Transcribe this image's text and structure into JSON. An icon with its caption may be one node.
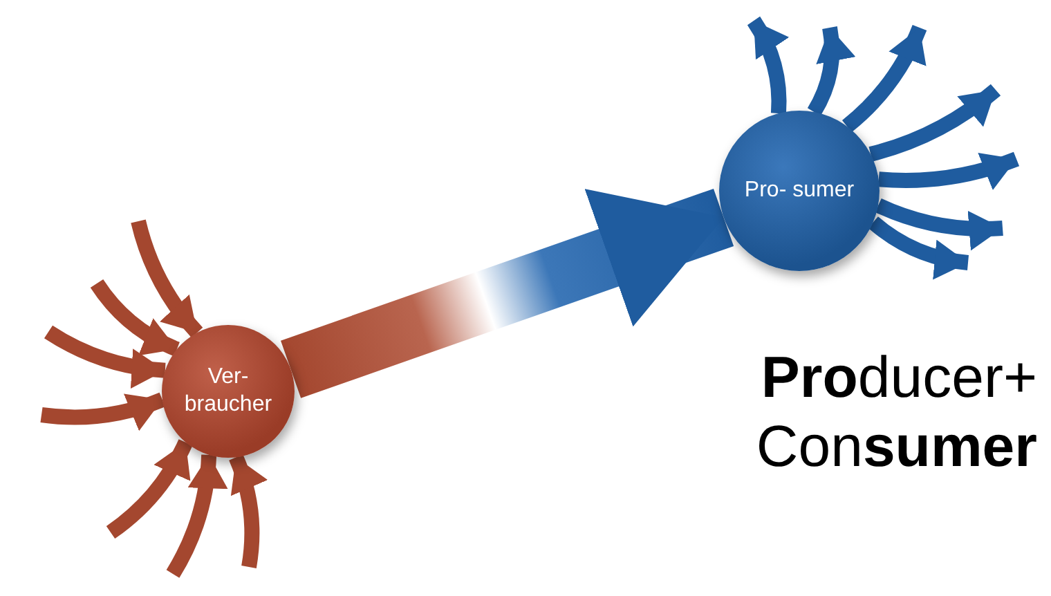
{
  "diagram": {
    "nodes": [
      {
        "text": [
          "Ver- braucher"
        ]
      },
      {
        "text": [
          "Pro- sumer"
        ]
      }
    ],
    "edges": [
      {
        "from": null,
        "to": 0,
        "arrow": "to",
        "color": "#a4472f"
      },
      {
        "from": null,
        "to": 0,
        "arrow": "to",
        "color": "#a4472f"
      },
      {
        "from": null,
        "to": 0,
        "arrow": "to",
        "color": "#a4472f"
      },
      {
        "from": null,
        "to": 0,
        "arrow": "to",
        "color": "#a4472f"
      },
      {
        "from": null,
        "to": 0,
        "arrow": "to",
        "color": "#a4472f"
      },
      {
        "from": null,
        "to": 0,
        "arrow": "to",
        "color": "#a4472f"
      },
      {
        "from": null,
        "to": 0,
        "arrow": "to",
        "color": "#a4472f"
      },
      {
        "from": 0,
        "to": 1,
        "arrow": "to",
        "style": "thick"
      },
      {
        "from": 1,
        "to": null,
        "arrow": "to",
        "color": "#1f5c9f"
      },
      {
        "from": 1,
        "to": null,
        "arrow": "to",
        "color": "#1f5c9f"
      },
      {
        "from": 1,
        "to": null,
        "arrow": "to",
        "color": "#1f5c9f"
      },
      {
        "from": 1,
        "to": null,
        "arrow": "to",
        "color": "#1f5c9f"
      },
      {
        "from": 1,
        "to": null,
        "arrow": "to",
        "color": "#1f5c9f"
      },
      {
        "from": 1,
        "to": null,
        "arrow": "to",
        "color": "#1f5c9f"
      },
      {
        "from": 1,
        "to": null,
        "arrow": "to",
        "color": "#1f5c9f"
      }
    ],
    "labels": [
      "**Pro**ducer+ Con**sumer**"
    ]
  }
}
